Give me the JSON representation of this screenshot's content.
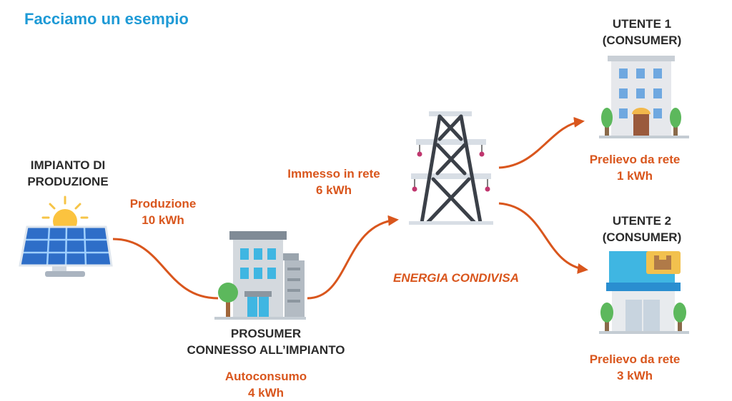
{
  "title": "Facciamo un esempio",
  "nodes": {
    "impianto": {
      "name_line1": "IMPIANTO DI",
      "name_line2": "PRODUZIONE"
    },
    "prosumer": {
      "name_line1": "PROSUMER",
      "name_line2": "CONNESSO ALL’IMPIANTO",
      "value_label": "Autoconsumo",
      "value": "4 kWh"
    },
    "utente1": {
      "name_line1": "UTENTE 1",
      "name_line2": "(CONSUMER)",
      "value_label": "Prelievo da rete",
      "value": "1 kWh"
    },
    "utente2": {
      "name_line1": "UTENTE 2",
      "name_line2": "(CONSUMER)",
      "value_label": "Prelievo da rete",
      "value": "3 kWh"
    }
  },
  "flows": {
    "produzione": {
      "label": "Produzione",
      "value": "10 kWh"
    },
    "immesso": {
      "label": "Immesso in rete",
      "value": "6 kWh"
    },
    "condivisa": {
      "label": "ENERGIA CONDIVISA"
    }
  },
  "colors": {
    "title": "#1e9ad6",
    "accent": "#d9561d",
    "text": "#2b2b2b"
  },
  "icons": [
    "solar-panel-icon",
    "sun-icon",
    "office-building-icon",
    "power-pylon-icon",
    "apartment-building-icon",
    "shop-building-icon"
  ]
}
